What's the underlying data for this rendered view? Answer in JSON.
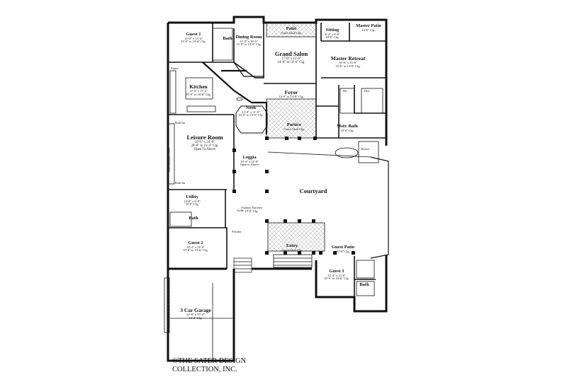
{
  "rooms": [
    {
      "id": "guest-1",
      "name": "Guest 1",
      "d1": "12'-8\" x 13'-4\"",
      "d2": "10'-0\" to 10'-6\" Clg."
    },
    {
      "id": "bath-guest-1",
      "name": "Bath",
      "d1": "",
      "d2": ""
    },
    {
      "id": "dining-room",
      "name": "Dining Room",
      "d1": "11'-8\" x 19'-5\"",
      "d2": "12'-0\" to 14'-0\" Clg."
    },
    {
      "id": "patio-top",
      "name": "Patio",
      "d1": "Groin Vault Clg.",
      "d2": ""
    },
    {
      "id": "grand-salon",
      "name": "Grand Salon",
      "d1": "17'-0\" x 13'-6\"",
      "d2": "14'-0\" to 14'-6\" Clg."
    },
    {
      "id": "sitting",
      "name": "Sitting",
      "d1": "8'-2\" x 6'-8\"",
      "d2": "10'-0\" Clg."
    },
    {
      "id": "master-patio",
      "name": "Master Patio",
      "d1": "14'-0\" Clg.",
      "d2": ""
    },
    {
      "id": "master-retreat",
      "name": "Master Retreat",
      "d1": "18'-6\" x 13'-6\"",
      "d2": "12'-0\" to 13'-0\" Clg."
    },
    {
      "id": "kitchen",
      "name": "Kitchen",
      "d1": "12'-0\" x 17'-2\"",
      "d2": "10'-0\" to 10'-8\" Clg."
    },
    {
      "id": "foyer",
      "name": "Foyer",
      "d1": "14'-0\" to 14'-6\" Clg.",
      "d2": ""
    },
    {
      "id": "nook",
      "name": "Nook",
      "d1": "12'-0\" x 11'-0\"",
      "d2": "10'-0\" to 10'-6\" Clg."
    },
    {
      "id": "portico",
      "name": "Portico",
      "d1": "Groin Vault Clg.",
      "d2": ""
    },
    {
      "id": "mstr-bath",
      "name": "Mstr. Bath",
      "d1": "10'-0\" Clg.",
      "d2": ""
    },
    {
      "id": "leisure-room",
      "name": "Leisure Room",
      "d1": "19'-6\" x 24'-0\"",
      "d2": "20'-8\" to 21'-4\" Clg.",
      "d3": "Open To Above"
    },
    {
      "id": "loggia",
      "name": "Loggia",
      "d1": "10'-4\" x 21'-9\"",
      "d2": "Open to Above"
    },
    {
      "id": "courtyard",
      "name": "Courtyard",
      "d1": "",
      "d2": ""
    },
    {
      "id": "utility",
      "name": "Utility",
      "d1": "14'-8\" x 6'-8\"",
      "d2": "10'-0\" Clg."
    },
    {
      "id": "bath-utility",
      "name": "Bath",
      "d1": "",
      "d2": ""
    },
    {
      "id": "outdoor-kitchen",
      "name": "Outdoor Kitchen",
      "d1": "10'-0\" Clg.",
      "d2": ""
    },
    {
      "id": "grille",
      "name": "Grille",
      "d1": "",
      "d2": ""
    },
    {
      "id": "powder",
      "name": "Powder",
      "d1": "",
      "d2": ""
    },
    {
      "id": "guest-2",
      "name": "Guest 2",
      "d1": "14'-4\" x 14'-0\"",
      "d2": "10'-0\" to 10'-6\" Clg."
    },
    {
      "id": "entry",
      "name": "Entry",
      "d1": "Groin Vault Clg.",
      "d2": ""
    },
    {
      "id": "guest-patio",
      "name": "Guest Patio",
      "d1": "10'-0\" Clg.",
      "d2": ""
    },
    {
      "id": "guest-3",
      "name": "Guest 3",
      "d1": "12'-4\" x 13'-0\"",
      "d2": "10'-0\" to 10'-6\" Clg."
    },
    {
      "id": "bath-guest-3",
      "name": "Bath",
      "d1": "",
      "d2": ""
    },
    {
      "id": "three-car-garage",
      "name": "3 Car Garage",
      "d1": "22'-8\" x 35'-4\"",
      "d2": "10'-0\" Clg."
    }
  ],
  "fixtures": {
    "entertainment_center": "Entertainment Center",
    "built_ins": "Built-Ins",
    "shower": "Shower",
    "pantry": "Pantry",
    "his": "His",
    "hers": "Hers"
  },
  "copyright": {
    "line1": "©THE SATER DESIGN",
    "line2": "COLLECTION, INC."
  }
}
